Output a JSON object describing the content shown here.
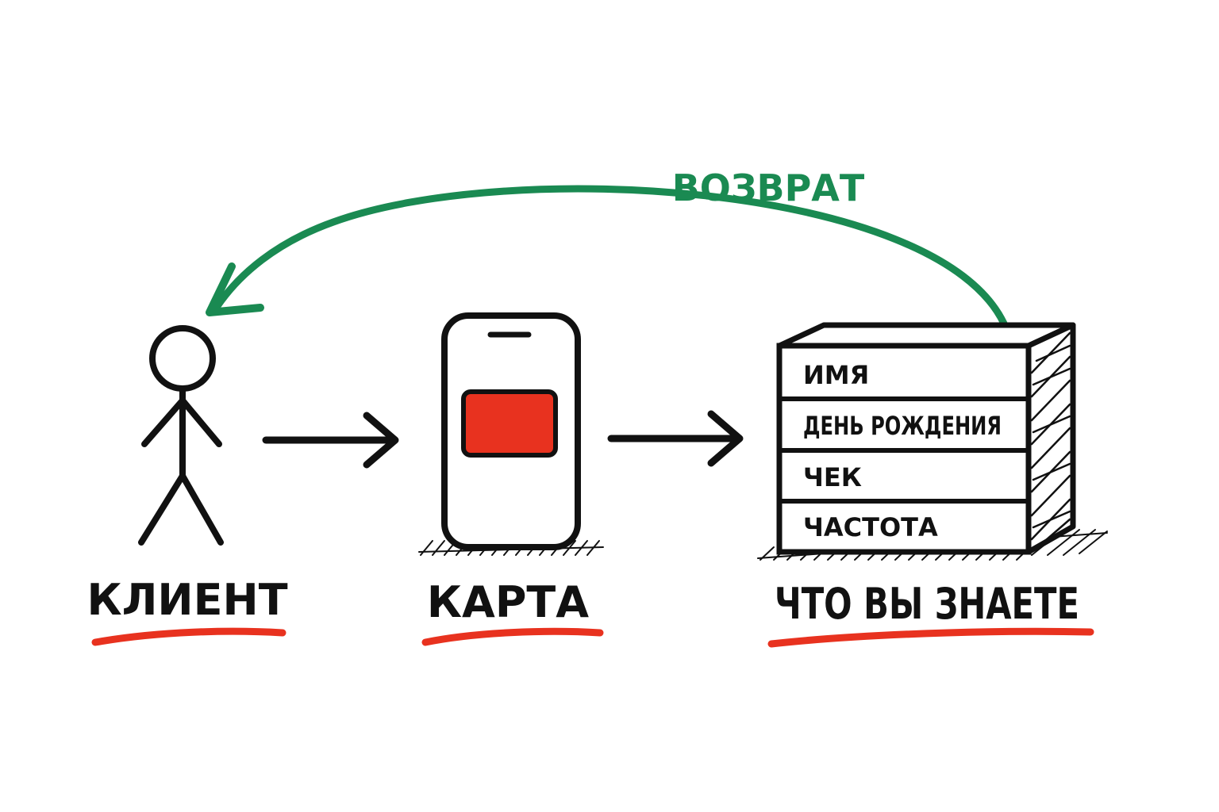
{
  "colors": {
    "ink": "#111111",
    "accent_red": "#e8321f",
    "return_green": "#1a8a52",
    "background": "#ffffff"
  },
  "return_arrow": {
    "label": "ВОЗВРАТ"
  },
  "nodes": {
    "client": {
      "label": "КЛИЕНТ",
      "icon": "stick-figure-icon"
    },
    "card": {
      "label": "КАРТА",
      "icon": "phone-with-card-icon"
    },
    "knowledge": {
      "label": "ЧТО ВЫ ЗНАЕТЕ",
      "icon": "data-box-icon",
      "rows": [
        "ИМЯ",
        "ДЕНЬ РОЖДЕНИЯ",
        "ЧЕК",
        "ЧАСТОТА"
      ]
    }
  }
}
